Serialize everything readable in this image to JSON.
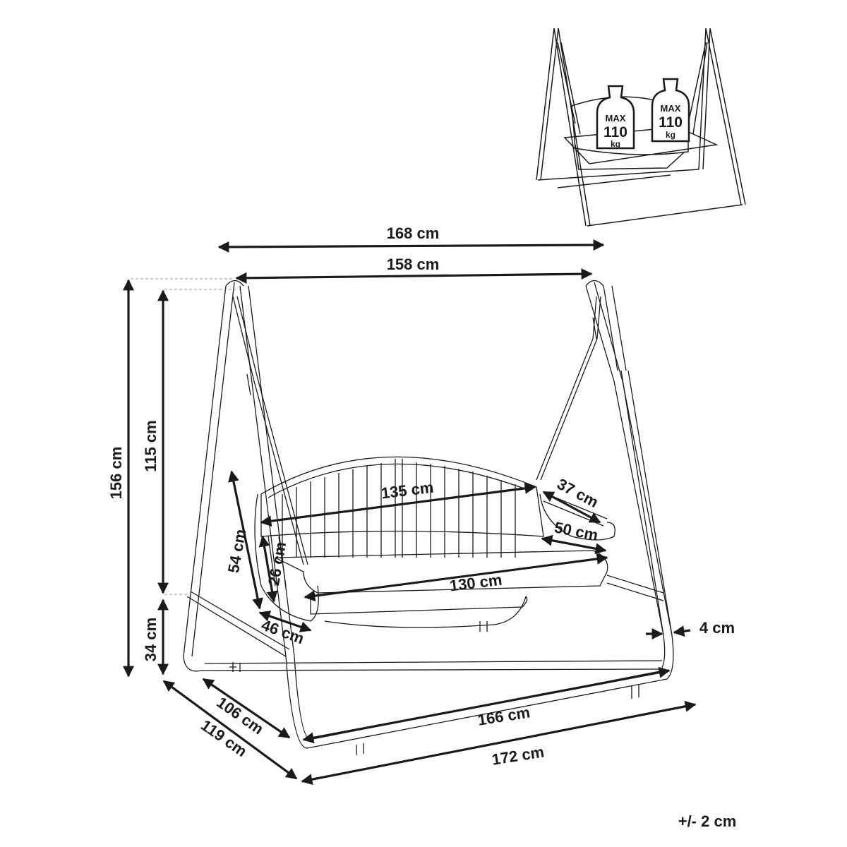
{
  "load_limit": {
    "seat_left": {
      "max": "MAX",
      "value": "110",
      "unit": "kg"
    },
    "seat_right": {
      "max": "MAX",
      "value": "110",
      "unit": "kg"
    }
  },
  "dimensions": {
    "overall_width": "168 cm",
    "top_beam_width": "158 cm",
    "total_height": "156 cm",
    "hanging_height": "115 cm",
    "ground_clearance": "34 cm",
    "backrest_width": "135 cm",
    "armrest_depth": "37 cm",
    "seat_depth": "50 cm",
    "seat_height_total": "54 cm",
    "backrest_height": "26 cm",
    "seat_width": "130 cm",
    "side_depth": "46 cm",
    "tube_diameter": "4 cm",
    "base_depth_inner": "106 cm",
    "base_depth_outer": "119 cm",
    "base_width_inner": "166 cm",
    "base_width_outer": "172 cm"
  },
  "tolerance": "+/- 2 cm"
}
